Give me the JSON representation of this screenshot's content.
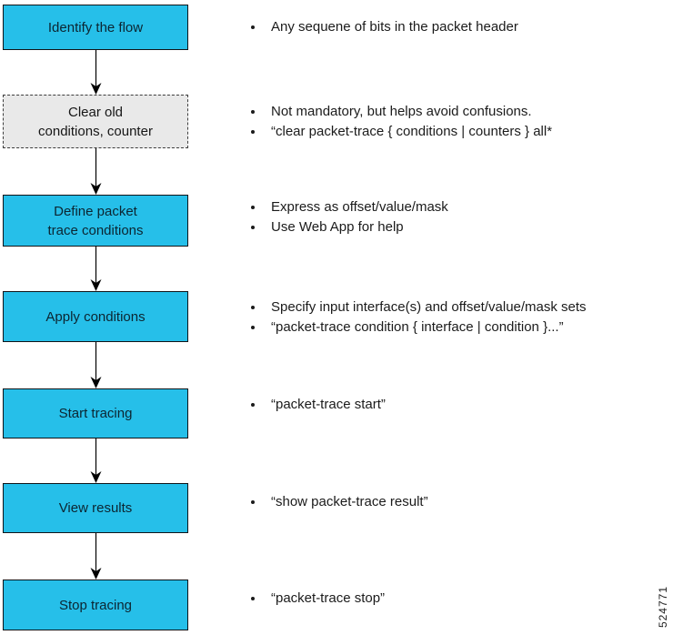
{
  "figure_number": "524771",
  "colors": {
    "box_fill": "#26bfe9",
    "dashed_box_fill": "#e9e9e9",
    "line": "#000000",
    "text": "#1b1b1b"
  },
  "steps": [
    {
      "style": "solid",
      "label_lines": [
        "Identify the flow"
      ],
      "notes": [
        "Any sequene of bits in the packet header"
      ]
    },
    {
      "style": "dashed",
      "label_lines": [
        "Clear old",
        "conditions, counter"
      ],
      "notes": [
        "Not mandatory, but helps avoid confusions.",
        "“clear packet-trace { conditions | counters } all*"
      ]
    },
    {
      "style": "solid",
      "label_lines": [
        "Define packet",
        "trace conditions"
      ],
      "notes": [
        "Express as offset/value/mask",
        "Use Web App for help"
      ]
    },
    {
      "style": "solid",
      "label_lines": [
        "Apply conditions"
      ],
      "notes": [
        "Specify input interface(s) and offset/value/mask sets",
        "“packet-trace condition { interface | condition }...”"
      ]
    },
    {
      "style": "solid",
      "label_lines": [
        "Start tracing"
      ],
      "notes": [
        "“packet-trace start”"
      ]
    },
    {
      "style": "solid",
      "label_lines": [
        "View results"
      ],
      "notes": [
        "“show packet-trace result”"
      ]
    },
    {
      "style": "solid",
      "label_lines": [
        "Stop tracing"
      ],
      "notes": [
        "“packet-trace stop”"
      ]
    }
  ]
}
